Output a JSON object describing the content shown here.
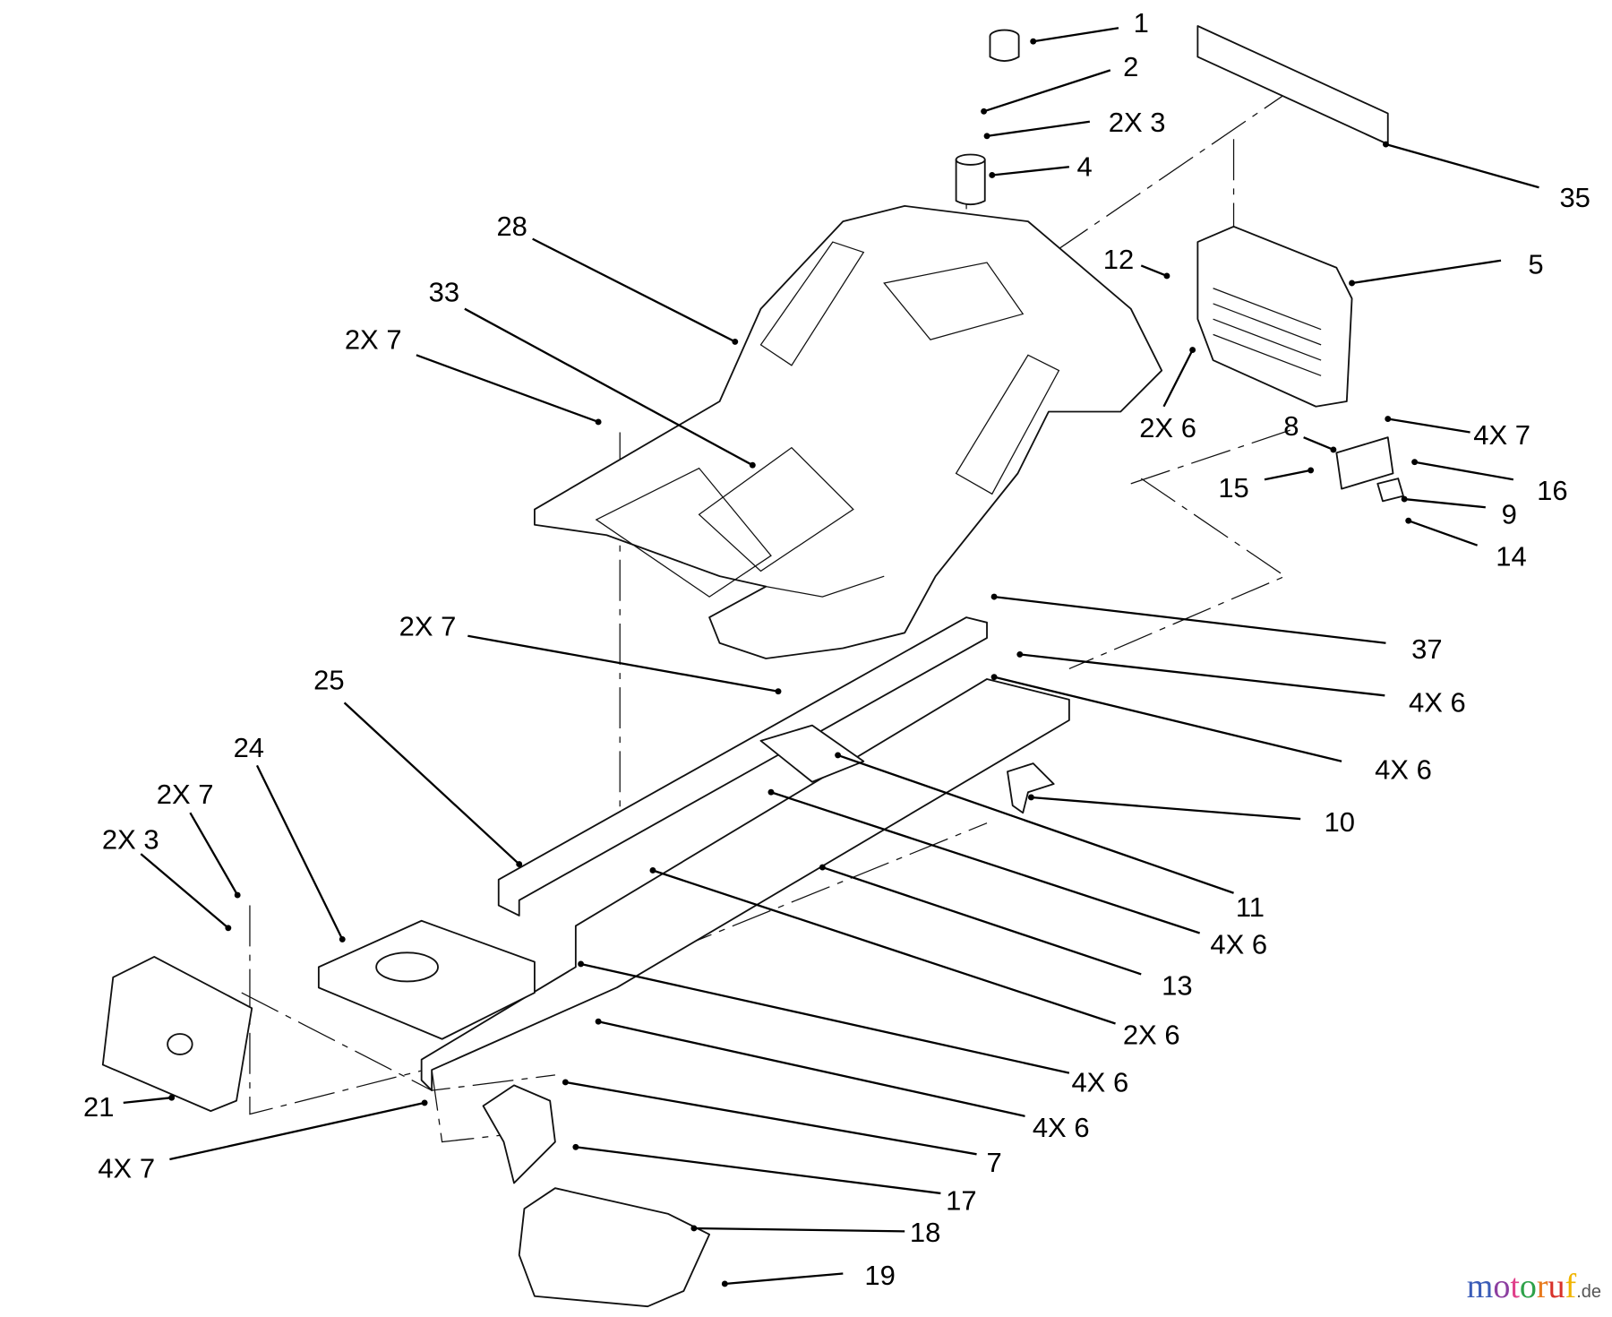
{
  "callouts": [
    "1",
    "2",
    "2X 3",
    "4",
    "35",
    "28",
    "5",
    "12",
    "33",
    "2X 7",
    "2X 6",
    "4X 7",
    "8",
    "15",
    "16",
    "9",
    "14",
    "37",
    "4X 6",
    "4X 6",
    "2X 7",
    "25",
    "10",
    "24",
    "2X 7",
    "2X 3",
    "11",
    "4X 6",
    "13",
    "2X 6",
    "4X 6",
    "4X 6",
    "21",
    "4X 7",
    "7",
    "17",
    "18",
    "19"
  ],
  "watermark": {
    "text": "motoruf",
    "suffix": ".de",
    "colors": [
      "#3b5db8",
      "#8c3fa0",
      "#e0408a",
      "#2ea24a",
      "#e87a1e",
      "#d8322b",
      "#f0b400"
    ]
  }
}
